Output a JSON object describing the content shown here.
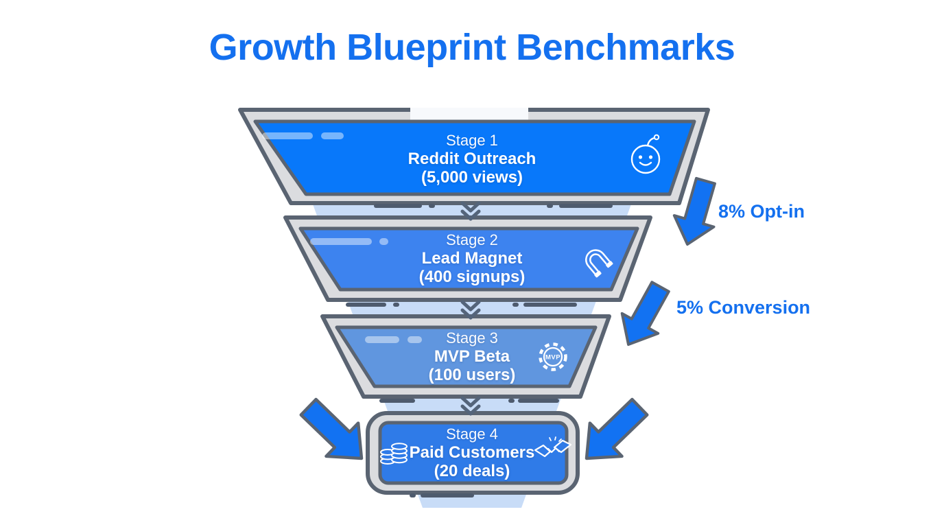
{
  "title": "Growth Blueprint Benchmarks",
  "funnel": {
    "stages": [
      {
        "stage_label": "Stage 1",
        "name": "Reddit Outreach",
        "metric": "(5,000 views)",
        "icon": "reddit-icon",
        "fill": "#0878FA"
      },
      {
        "stage_label": "Stage 2",
        "name": "Lead Magnet",
        "metric": "(400 signups)",
        "icon": "magnet-icon",
        "fill": "#3D83EF"
      },
      {
        "stage_label": "Stage 3",
        "name": "MVP Beta",
        "metric": "(100 users)",
        "icon": "mvp-gear-icon",
        "icon_text": "MVP",
        "fill": "#6096DF"
      },
      {
        "stage_label": "Stage 4",
        "name": "Paid Customers",
        "metric": "(20 deals)",
        "icon": "coins-icon, handshake-icon",
        "fill": "#2F7BE8"
      }
    ]
  },
  "annotations": [
    {
      "label": "8% Opt-in"
    },
    {
      "label": "5% Conversion"
    }
  ],
  "colors": {
    "title_text": "#1470EF",
    "stage_text": "#FFFFFF",
    "outline": "#5A6472",
    "panel_gray": "#DBDCDF",
    "funnel_silhouette": "#C8DCF7",
    "arrow_fill": "#1272F2",
    "annotation_text": "#1470EF"
  }
}
